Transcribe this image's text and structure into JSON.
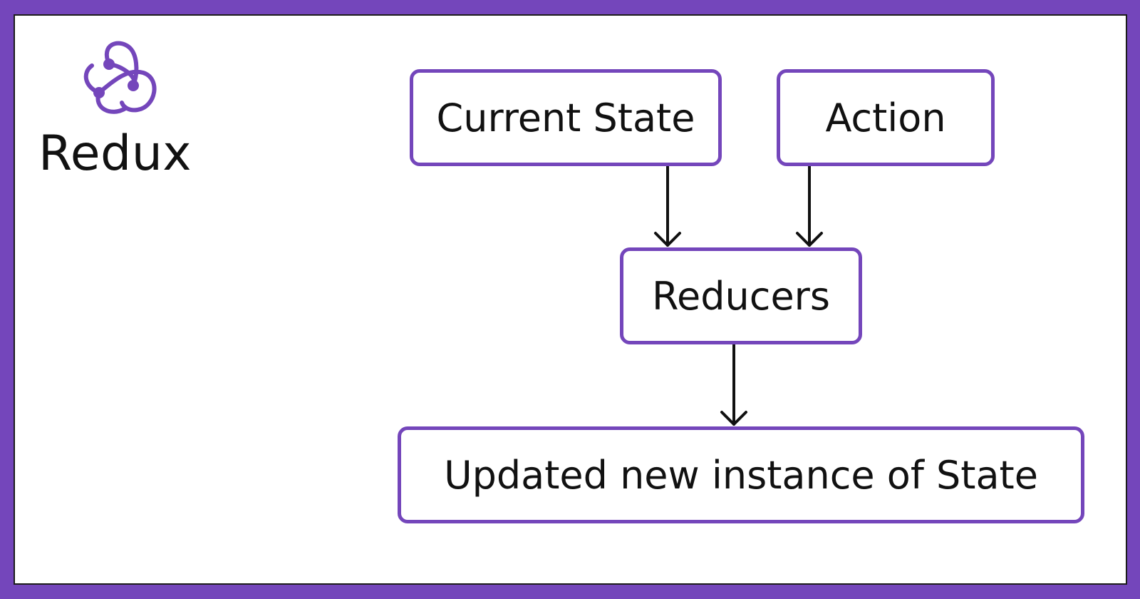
{
  "brand": {
    "name": "Redux",
    "logo_icon": "redux-logo-icon",
    "accent_color": "#7446bb",
    "text_color": "#111111"
  },
  "diagram": {
    "nodes": {
      "current_state": "Current State",
      "action": "Action",
      "reducers": "Reducers",
      "updated_state": "Updated new instance of State"
    },
    "edges": [
      {
        "from": "current_state",
        "to": "reducers"
      },
      {
        "from": "action",
        "to": "reducers"
      },
      {
        "from": "reducers",
        "to": "updated_state"
      }
    ]
  }
}
